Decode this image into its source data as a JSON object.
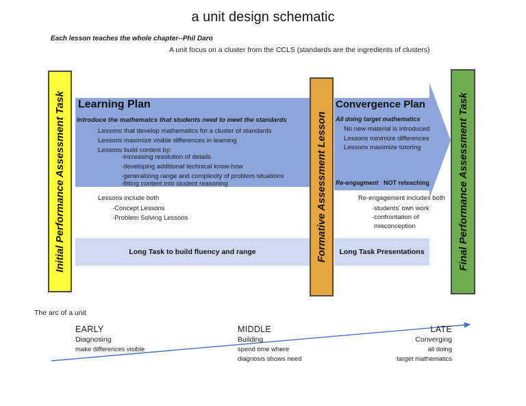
{
  "title": "a unit design schematic",
  "header": {
    "quote": "Each lesson teaches the whole chapter--Phil Daro",
    "focus_note": "A unit focus on a cluster from the CCLS (standards are the ingredients of clusters)"
  },
  "bars": {
    "initial": "Initial Performance Assessment Task",
    "formative": "Formative Assessment Lesson",
    "final": "Final Performance Assessment Task"
  },
  "learning_plan": {
    "heading": "Learning Plan",
    "intro": "Introduce the mathematcs that students need to meet the standards",
    "points": [
      "Lessons that develop mathematics for a cluster of standards",
      "Lessons maximize visible differences in learning",
      "Lessons build content by:"
    ],
    "build_items": [
      "·increasing resolution of details",
      "·developing additional technical know-how",
      "·generalizing range and complexity of problem situations",
      "·fitting content into student reasoning"
    ],
    "include_heading": "Lessons  include both",
    "include_items": [
      "·Concept Lessons",
      "·Problem Solving Lessons"
    ],
    "long_task": "Long Task to build fluency and range"
  },
  "convergence_plan": {
    "heading": "Convergence Plan",
    "intro": "All doing target mathematics",
    "points": [
      "No new material is introduced",
      "Lessons minimize differences",
      "Lessons maximize tutoring"
    ],
    "reengagement_term": "Re-engagment",
    "reengagement_note": "NOT reteaching",
    "include_heading": "Re-engagement includes both",
    "include_items": [
      "·students' own work",
      "·confrontation of",
      "misconception"
    ],
    "long_task": "Long Task Presentations"
  },
  "arc": {
    "label": "The arc of a unit",
    "stages": [
      {
        "name": "EARLY",
        "subtitle": "Diagnosing",
        "details": [
          "make differences visible"
        ]
      },
      {
        "name": "MIDDLE",
        "subtitle": "Building",
        "details": [
          "spend time where",
          "diagnosis shows need"
        ]
      },
      {
        "name": "LATE",
        "subtitle": "Converging",
        "details": [
          "all doing",
          "target mathematics"
        ]
      }
    ]
  },
  "colors": {
    "plan_blue": "#8EA5DB",
    "strip_blue": "#CDDAF0",
    "initial_bar_yellow": "#FFFF3C",
    "formative_bar_gold": "#E6A53E",
    "final_bar_green": "#6CAD4E",
    "arc_arrow_blue": "#4472C4"
  }
}
